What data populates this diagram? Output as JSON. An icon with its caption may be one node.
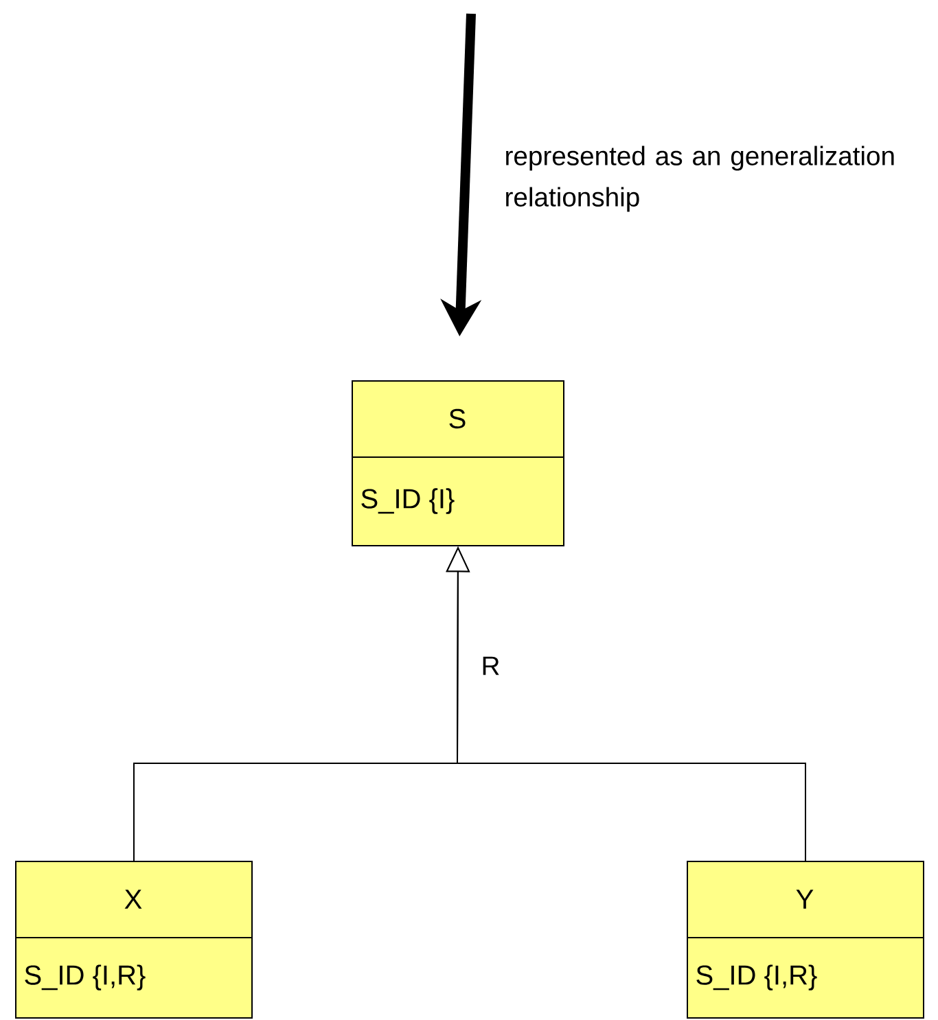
{
  "diagram": {
    "nodes": [
      {
        "text": [
          "S",
          "S_ID {I}"
        ]
      },
      {
        "text": [
          "X",
          "S_ID {I,R}"
        ]
      },
      {
        "text": [
          "Y",
          "S_ID {I,R}"
        ]
      }
    ],
    "edges": [
      {
        "from": null,
        "to": 0,
        "arrow": "to",
        "style": "thick",
        "label": "represented as an generalization relationship"
      },
      {
        "from": 1,
        "to": 0,
        "arrow": "to",
        "label": "R"
      },
      {
        "from": 2,
        "to": 0,
        "arrow": "to"
      }
    ]
  }
}
